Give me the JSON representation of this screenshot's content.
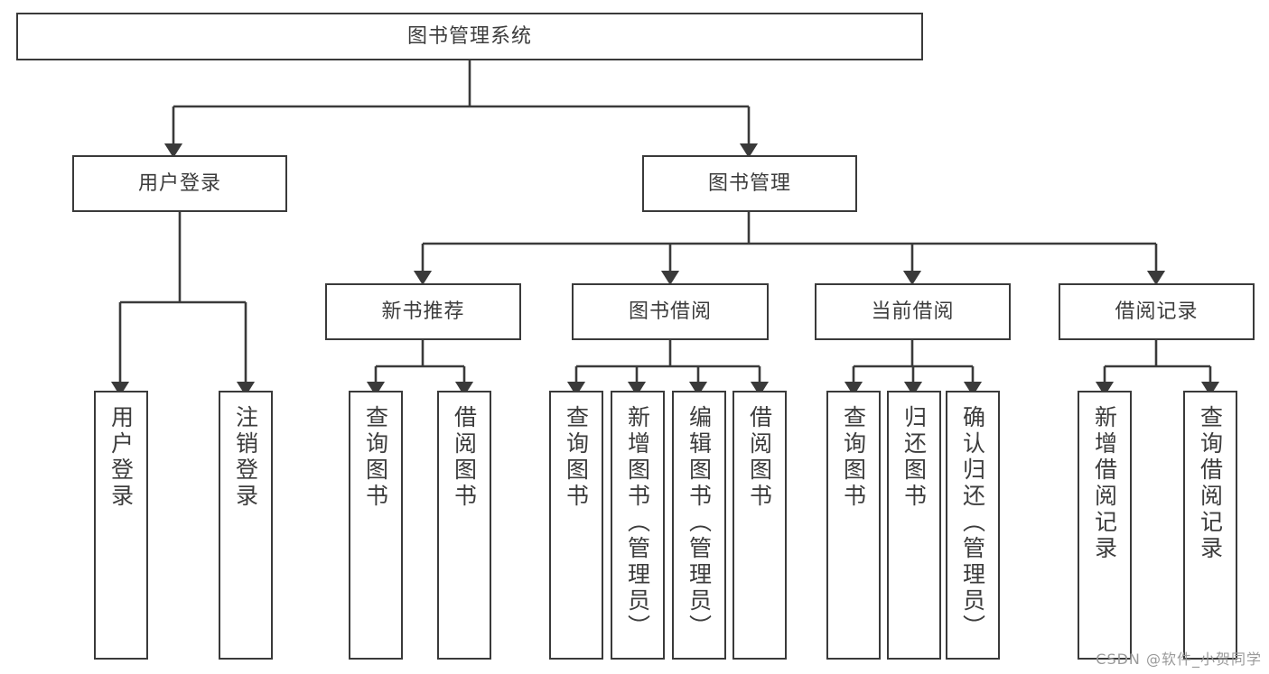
{
  "diagram": {
    "title": "图书管理系统",
    "type": "tree",
    "watermark": "CSDN @软件_小贺同学",
    "colors": {
      "stroke": "#3a3a3a",
      "text": "#3c3c3c",
      "background": "#ffffff",
      "watermark": "#9a9a9a"
    },
    "nodes": {
      "root": "图书管理系统",
      "level1": {
        "user_login": "用户登录",
        "book_manage": "图书管理"
      },
      "level2": {
        "new_book_recommend": "新书推荐",
        "book_borrow": "图书借阅",
        "current_borrow": "当前借阅",
        "borrow_record": "借阅记录"
      },
      "leaves": {
        "user_login_1": "用户登录",
        "user_login_2": "注销登录",
        "recommend_1": "查询图书",
        "recommend_2": "借阅图书",
        "borrow_1": "查询图书",
        "borrow_2": "新增图书（管理员）",
        "borrow_3": "编辑图书（管理员）",
        "borrow_4": "借阅图书",
        "current_1": "查询图书",
        "current_2": "归还图书",
        "current_3": "确认归还（管理员）",
        "record_1": "新增借阅记录",
        "record_2": "查询借阅记录"
      }
    }
  }
}
